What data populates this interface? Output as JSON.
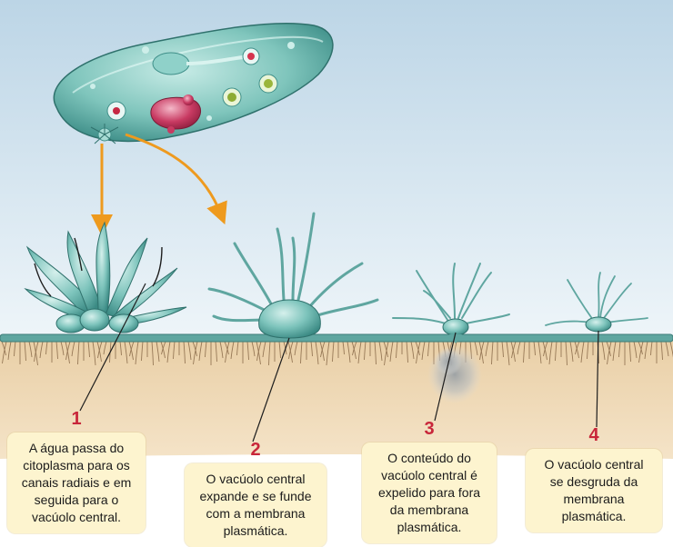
{
  "colors": {
    "sky_top": "#bcd5e6",
    "sky_bottom": "#eef5f9",
    "cytoplasm": "#efd7b2",
    "membrane": "#5fa6a0",
    "cell_body": "#7cc3bb",
    "arrow": "#ee9a1e",
    "number": "#c8263a",
    "box_fill": "#fdf4cf"
  },
  "steps": [
    {
      "number": "1",
      "lines": [
        "A água passa do",
        "citoplasma para os",
        "canais radiais e em",
        "seguida para o",
        "vacúolo central."
      ]
    },
    {
      "number": "2",
      "lines": [
        "O vacúolo central",
        "expande e se funde",
        "com a membrana",
        "plasmática."
      ]
    },
    {
      "number": "3",
      "lines": [
        "O conteúdo do",
        "vacúolo central é",
        "expelido para fora",
        "da membrana",
        "plasmática."
      ]
    },
    {
      "number": "4",
      "lines": [
        "O vacúolo central",
        "se desgruda da",
        "membrana",
        "plasmática."
      ]
    }
  ]
}
